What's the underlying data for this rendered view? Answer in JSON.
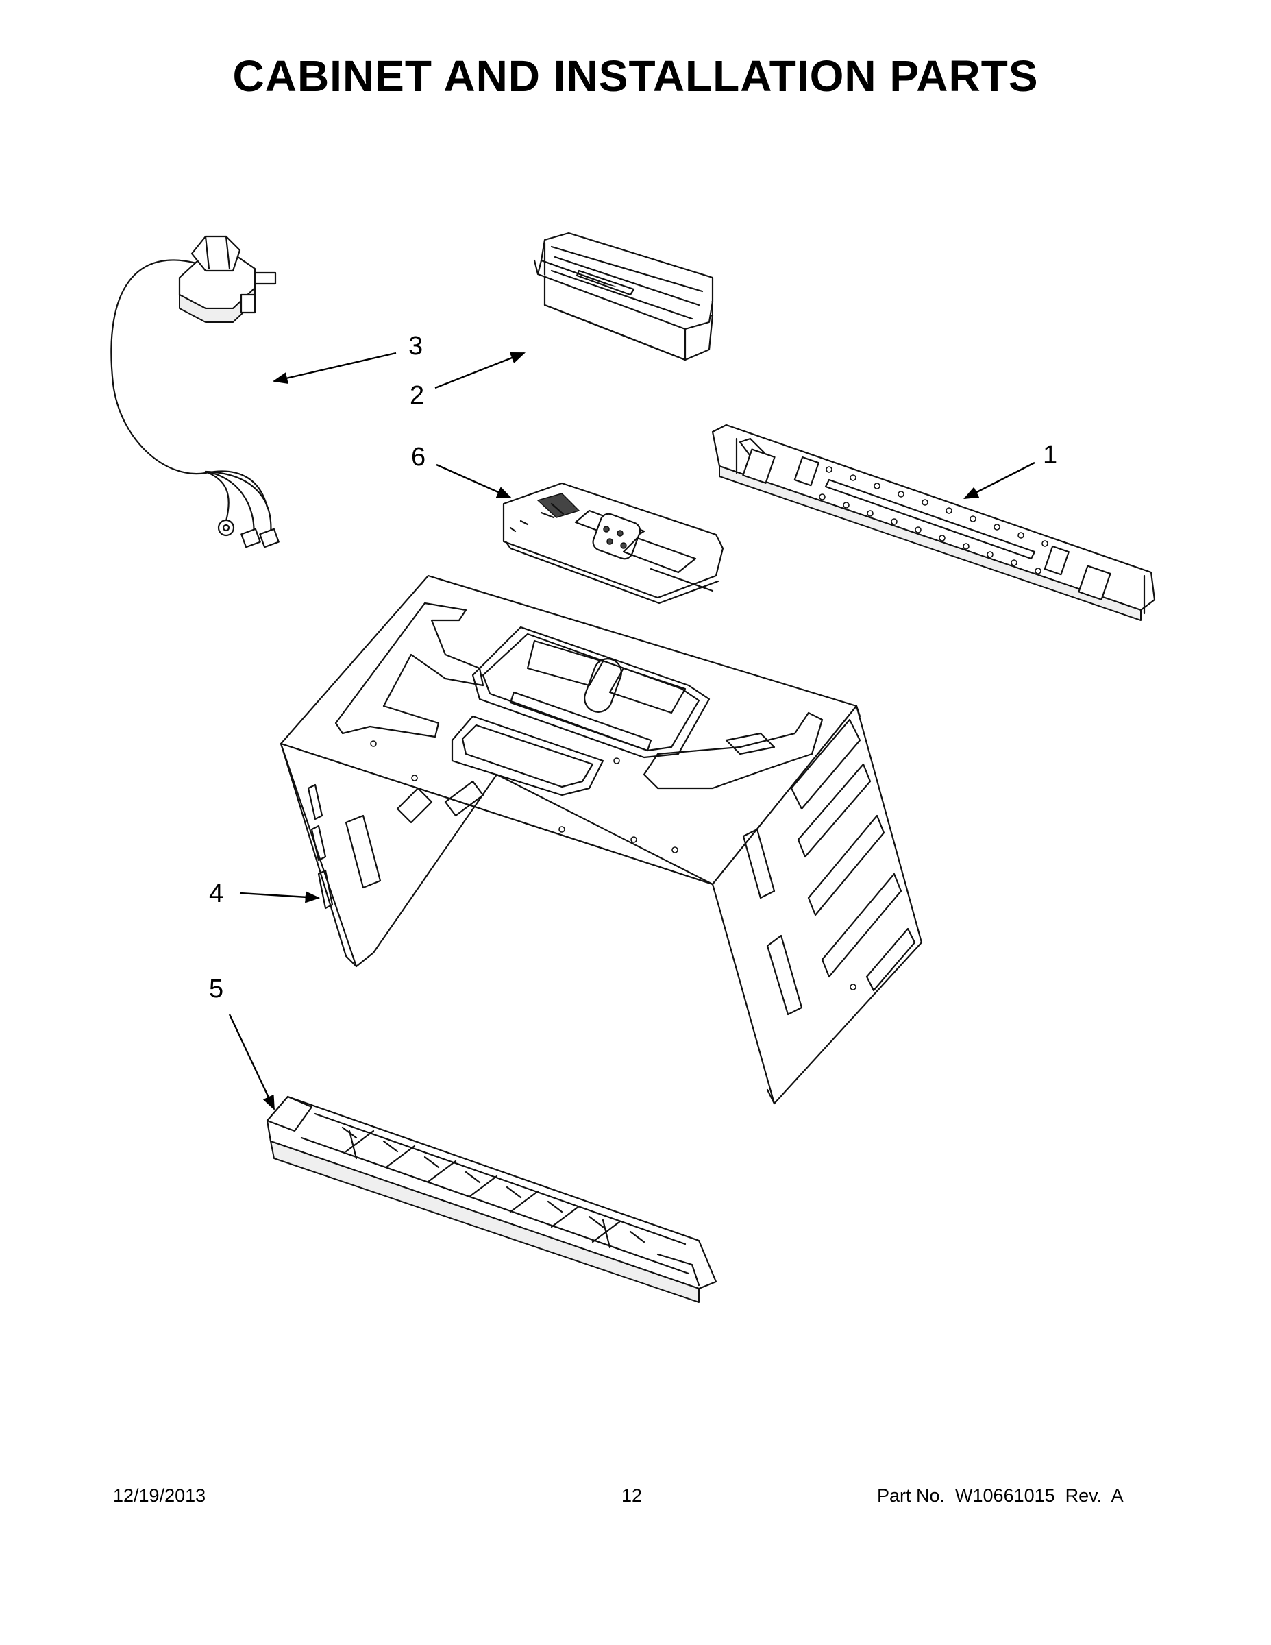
{
  "page": {
    "title": "CABINET AND INSTALLATION PARTS"
  },
  "callouts": [
    {
      "key": "c1",
      "label": "1",
      "part": "mounting-plate"
    },
    {
      "key": "c2",
      "label": "2",
      "part": "top-cabinet-filler"
    },
    {
      "key": "c3",
      "label": "3",
      "part": "power-cord"
    },
    {
      "key": "c4",
      "label": "4",
      "part": "cabinet-wrapper"
    },
    {
      "key": "c5",
      "label": "5",
      "part": "bottom-vent-grille"
    },
    {
      "key": "c6",
      "label": "6",
      "part": "top-bracket-plate"
    }
  ],
  "footer": {
    "date": "12/19/2013",
    "page_number": "12",
    "part_number": "Part No.  W10661015  Rev.  A"
  }
}
